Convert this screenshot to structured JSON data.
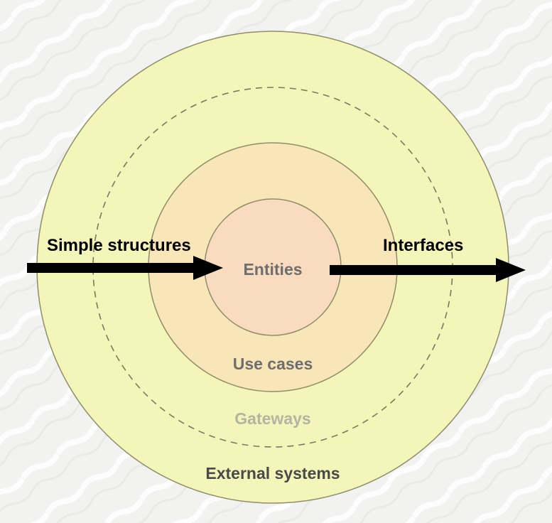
{
  "diagram": {
    "layers": {
      "entities": "Entities",
      "use_cases": "Use cases",
      "gateways": "Gateways",
      "external_systems": "External systems"
    },
    "arrows": {
      "inbound": "Simple structures",
      "outbound": "Interfaces"
    }
  },
  "colors": {
    "background": "#f2f2f0",
    "outer_ring": "#f4f5b8",
    "use_cases_ring": "#f8e5b8",
    "entities_core": "#f9dcbf",
    "ring_stroke": "#8e8e6a",
    "arrow": "#000000",
    "text_dark": "#4a4a4a",
    "text_muted": "#6e6e6e",
    "text_faint": "#b4b4a4"
  }
}
